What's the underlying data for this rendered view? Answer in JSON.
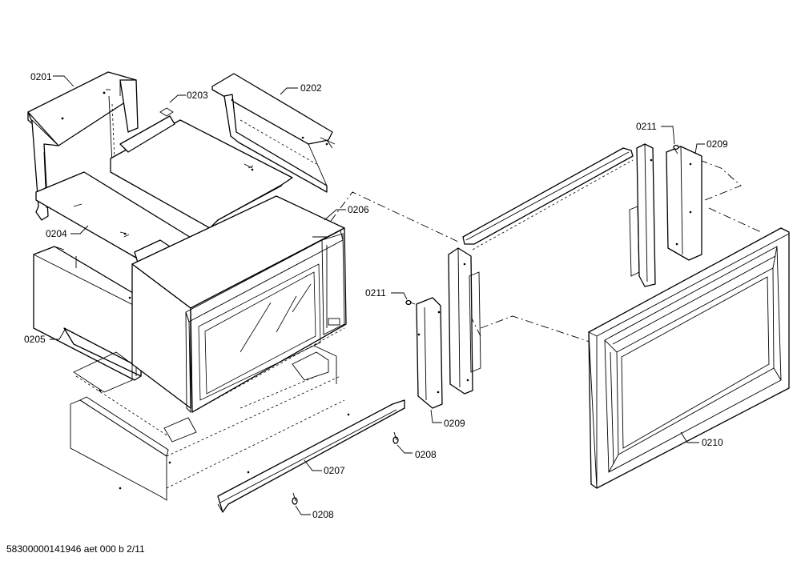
{
  "callouts": {
    "c0201": "0201",
    "c0202": "0202",
    "c0203": "0203",
    "c0204": "0204",
    "c0205": "0205",
    "c0206": "0206",
    "c0207": "0207",
    "c0208a": "0208",
    "c0208b": "0208",
    "c0209a": "0209",
    "c0209b": "0209",
    "c0210": "0210",
    "c0211a": "0211",
    "c0211b": "0211"
  },
  "document_code": "58300000141946 aet 000 b 2/11",
  "colors": {
    "line": "#000000",
    "background": "#ffffff"
  }
}
